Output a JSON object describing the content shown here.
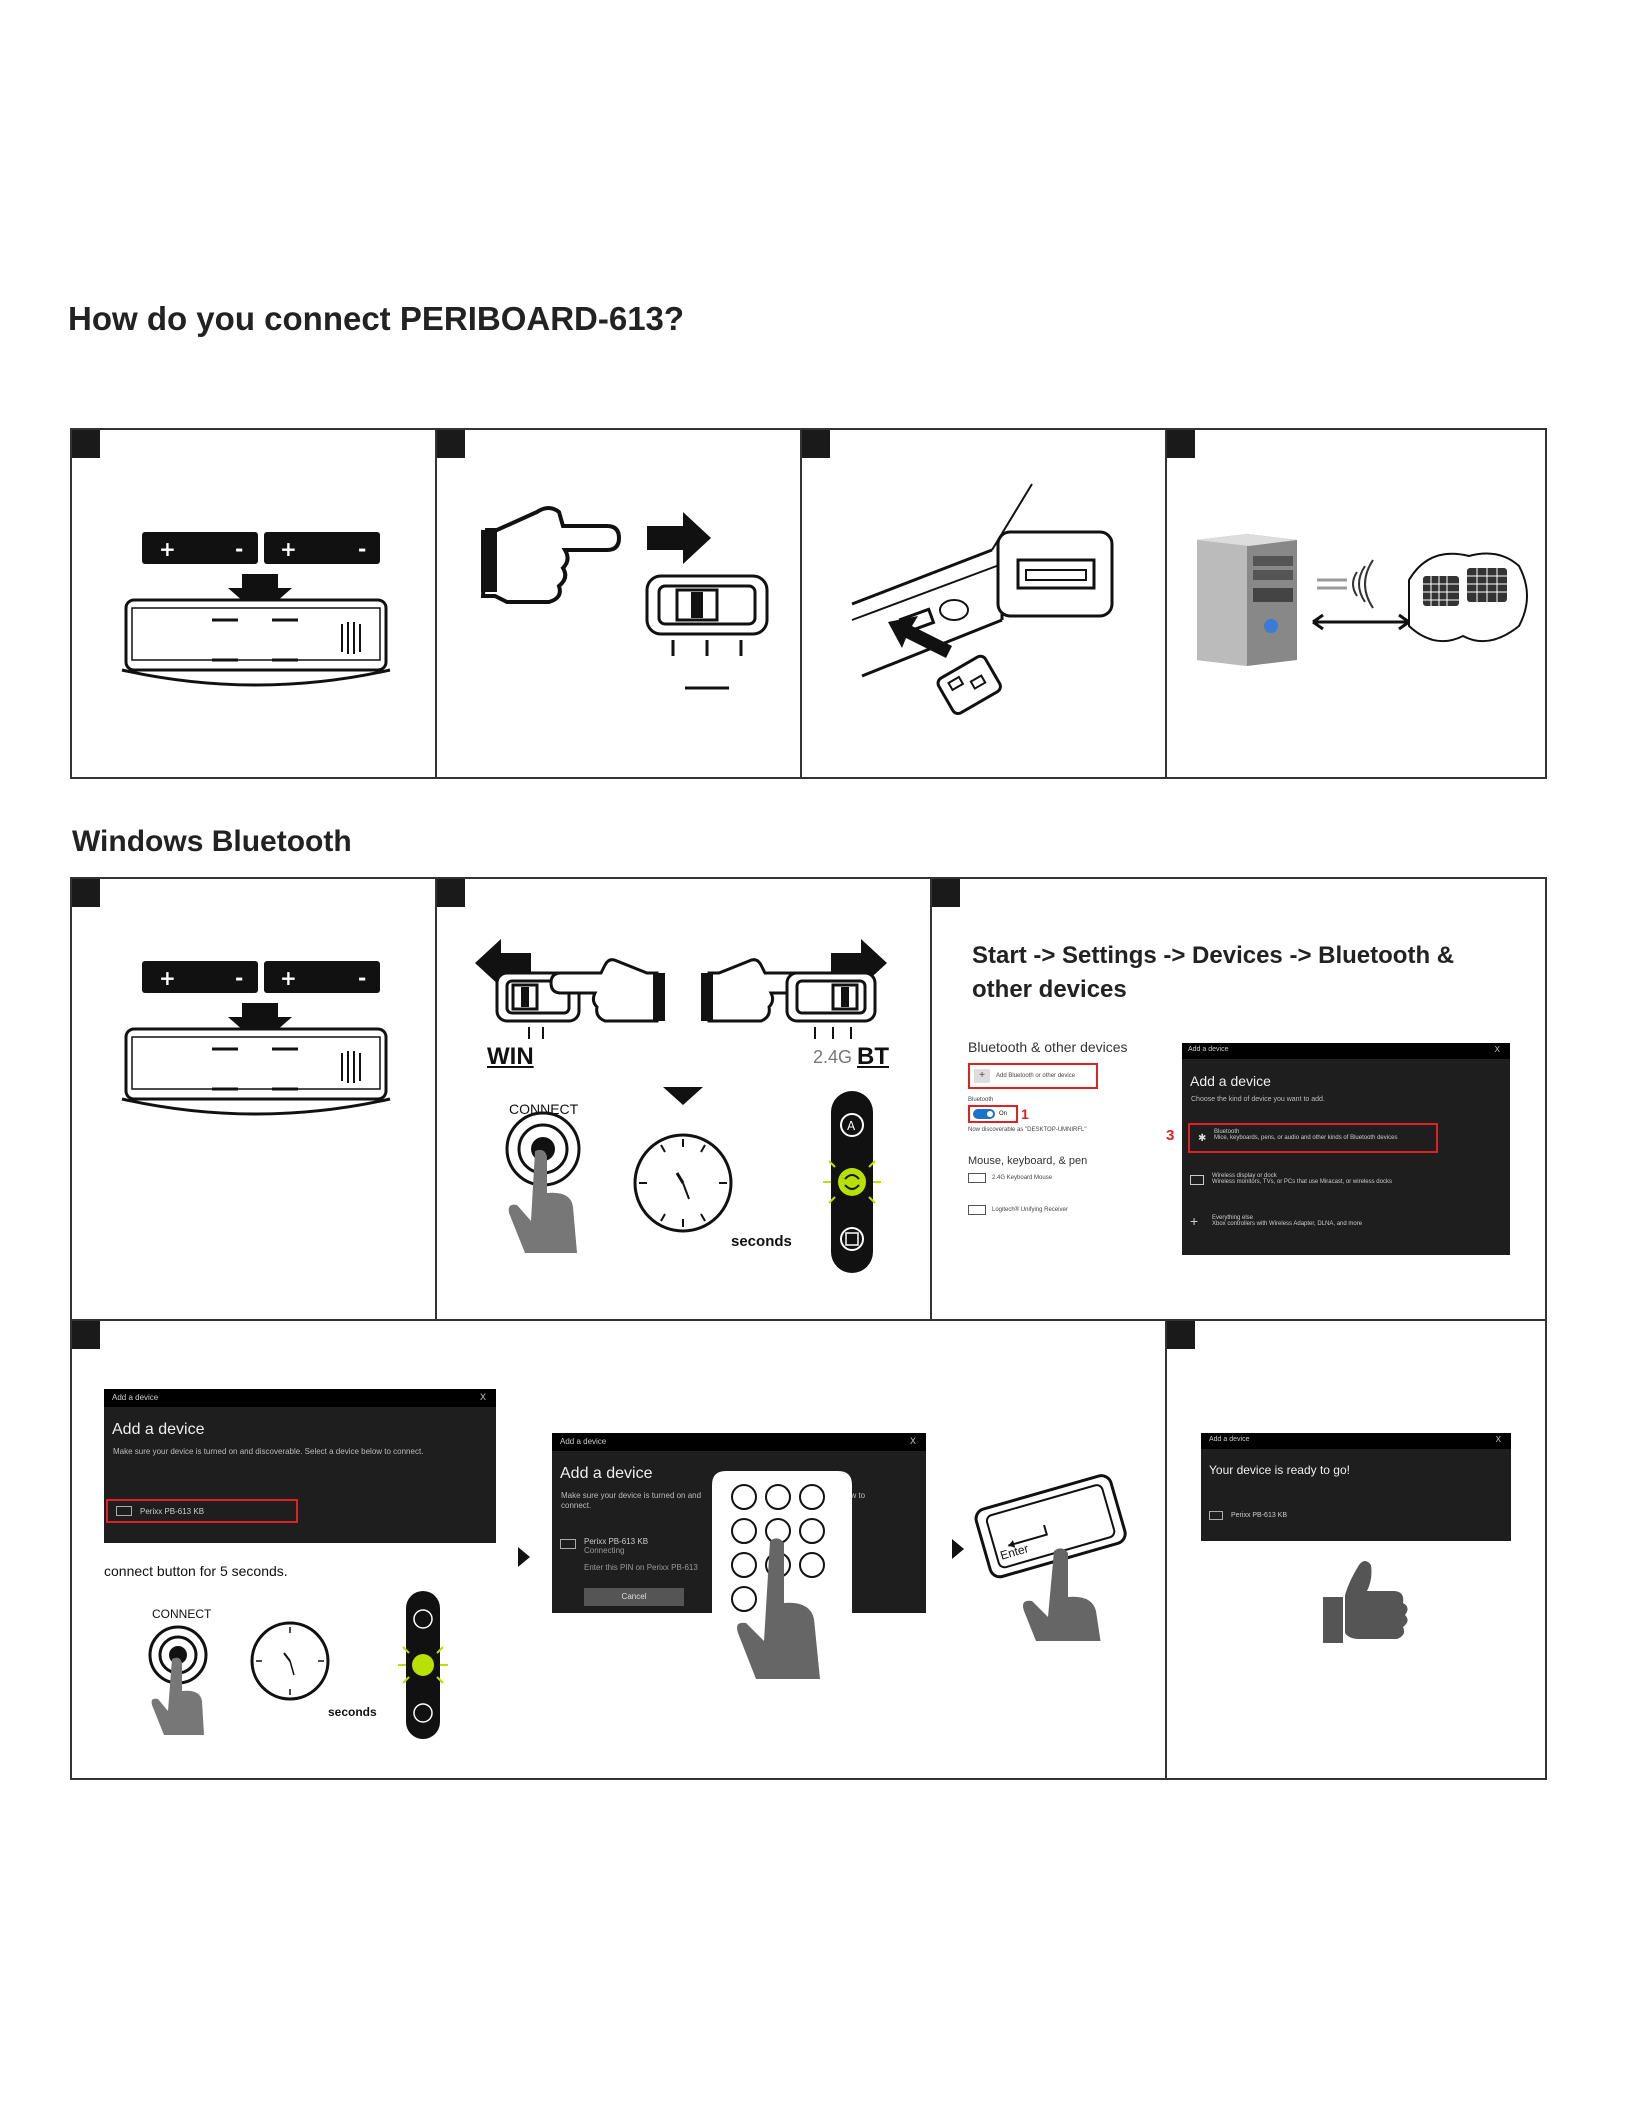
{
  "page_title": "How do you connect PERIBOARD-613?",
  "section_title": "Windows Bluetooth",
  "panels": {
    "switch_labels": {
      "win": "WIN",
      "g24": "2.4G",
      "bt": "BT"
    },
    "connect_label": "CONNECT",
    "seconds_label": "seconds",
    "settings_path": "Start -> Settings -> Devices -> Bluetooth & other devices",
    "settings_window": {
      "heading": "Bluetooth & other devices",
      "add_button": "Add Bluetooth or other device",
      "bluetooth_label": "Bluetooth",
      "toggle_state": "On",
      "marker1": "1",
      "discoverable": "Now discoverable as \"DESKTOP-UMNIRFL\"",
      "mouse_heading": "Mouse, keyboard, & pen",
      "device1": "2.4G Keyboard Mouse",
      "device2": "Logitech® Unifying Receiver"
    },
    "add_device_window": {
      "bar": "Add a device",
      "close": "X",
      "title": "Add a device",
      "subtitle": "Choose the kind of device you want to add.",
      "marker3": "3",
      "opt1_title": "Bluetooth",
      "opt1_desc": "Mice, keyboards, pens, or audio and other kinds of Bluetooth devices",
      "opt2_title": "Wireless display or dock",
      "opt2_desc": "Wireless monitors, TVs, or PCs that use Miracast, or wireless docks",
      "opt3_title": "Everything else",
      "opt3_desc": "Xbox controllers with Wireless Adapter, DLNA, and more"
    },
    "select_window": {
      "bar": "Add a device",
      "close": "X",
      "title": "Add a device",
      "text": "Make sure your device is turned on and discoverable. Select a device below to connect.",
      "device": "Perixx PB-613 KB"
    },
    "connect_instruction": "connect button for 5 seconds.",
    "pin_window": {
      "bar": "Add a device",
      "close": "X",
      "title": "Add a device",
      "text_left": "Make sure your device is turned on and",
      "text_right": "below to",
      "text_end": "connect.",
      "device": "Perixx PB-613 KB",
      "status": "Connecting",
      "pin_prompt": "Enter this PIN on Perixx PB-613",
      "cancel": "Cancel"
    },
    "enter_key": "Enter",
    "ready_window": {
      "bar": "Add a device",
      "close": "X",
      "title": "Your device is ready to go!",
      "device": "Perixx PB-613 KB"
    }
  },
  "colors": {
    "accent_red": "#d22222",
    "windows_dark": "#1e1e1e",
    "toggle_blue": "#1a73c8",
    "led_green": "#b8e000"
  }
}
